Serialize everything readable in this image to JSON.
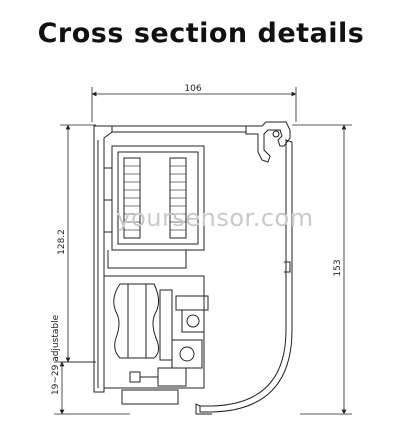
{
  "title": "Cross section details",
  "dimensions": {
    "width": "106",
    "height_total": "153",
    "height_upper": "128.2",
    "adjustable": "19~29 adjustable"
  },
  "watermark": "yoursensor.com",
  "colors": {
    "ink": "#222222",
    "watermark": "#c9c9c9"
  }
}
